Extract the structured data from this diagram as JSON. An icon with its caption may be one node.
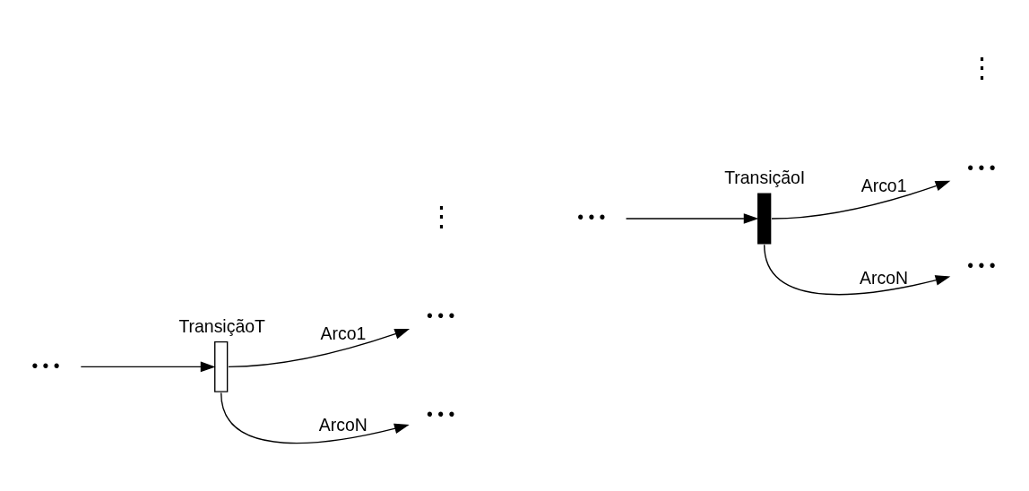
{
  "diagram": {
    "nodes": [
      {
        "text": [
          "• • •"
        ]
      },
      {
        "text": [
          "TransiçãoT"
        ]
      },
      {
        "text": [
          "• • •"
        ]
      },
      {
        "text": [
          "• • •"
        ]
      },
      {
        "text": [
          "• • •"
        ]
      },
      {
        "text": [
          "TransiçãoI"
        ]
      },
      {
        "text": [
          "• • •"
        ]
      },
      {
        "text": [
          "• • •"
        ]
      }
    ],
    "edges": [
      {
        "from": 0,
        "to": 1,
        "arrow": "to"
      },
      {
        "from": 1,
        "to": 2,
        "arrow": "to",
        "label": "Arco1"
      },
      {
        "from": 1,
        "to": 3,
        "arrow": "to",
        "label": "ArcoN"
      },
      {
        "from": 4,
        "to": 5,
        "arrow": "to"
      },
      {
        "from": 5,
        "to": 6,
        "arrow": "to",
        "label": "Arco1"
      },
      {
        "from": 5,
        "to": 7,
        "arrow": "to",
        "label": "ArcoN"
      }
    ],
    "labels": [
      "⋮",
      "⋮"
    ]
  }
}
